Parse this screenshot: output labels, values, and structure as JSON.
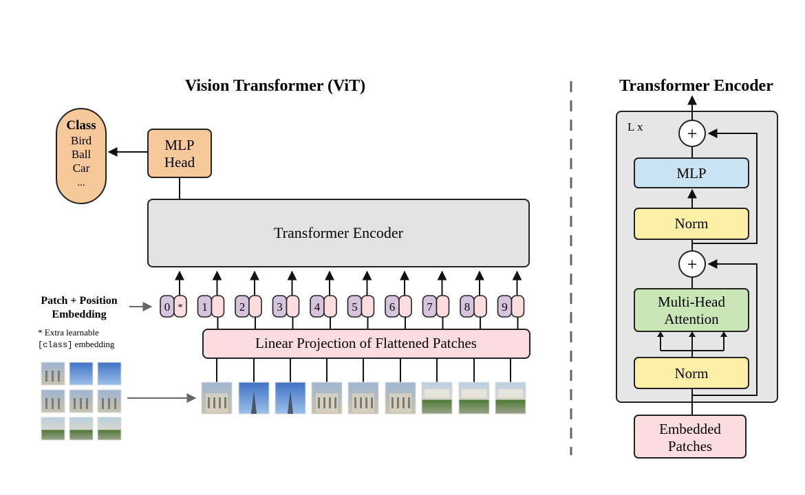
{
  "colors": {
    "mlp_head_fill": "#f7c99a",
    "class_fill": "#f7c99a",
    "encoder_fill": "#e3e3e3",
    "projection_fill": "#fbdcdf",
    "pos_embed_fill": "#d6c3dd",
    "patch_embed_fill": "#fbdcdf",
    "mlp_fill": "#c9e3f3",
    "norm_fill": "#fdf0a6",
    "attention_fill": "#c9e6b6",
    "embedded_patches_fill": "#fbdcdf",
    "outer_block_fill": "#e6e6e6"
  },
  "vit": {
    "title": "Vision Transformer (ViT)",
    "class_box": {
      "title": "Class",
      "items": [
        "Bird",
        "Ball",
        "Car",
        "..."
      ]
    },
    "mlp_head": {
      "line1": "MLP",
      "line2": "Head"
    },
    "encoder_label": "Transformer Encoder",
    "patch_position_label": {
      "line1": "Patch + Position",
      "line2": "Embedding"
    },
    "extra_note": {
      "line1": "* Extra learnable",
      "code": "[class]",
      "line2_rest": " embedding"
    },
    "class_token_star": "*",
    "projection_label": "Linear Projection of Flattened Patches",
    "positions": [
      "0",
      "1",
      "2",
      "3",
      "4",
      "5",
      "6",
      "7",
      "8",
      "9"
    ]
  },
  "encoder_detail": {
    "title": "Transformer Encoder",
    "repeat_label": "L x",
    "plus_symbol": "+",
    "mlp_label": "MLP",
    "norm_label": "Norm",
    "attention": {
      "line1": "Multi-Head",
      "line2": "Attention"
    },
    "embedded_patches": {
      "line1": "Embedded",
      "line2": "Patches"
    }
  }
}
